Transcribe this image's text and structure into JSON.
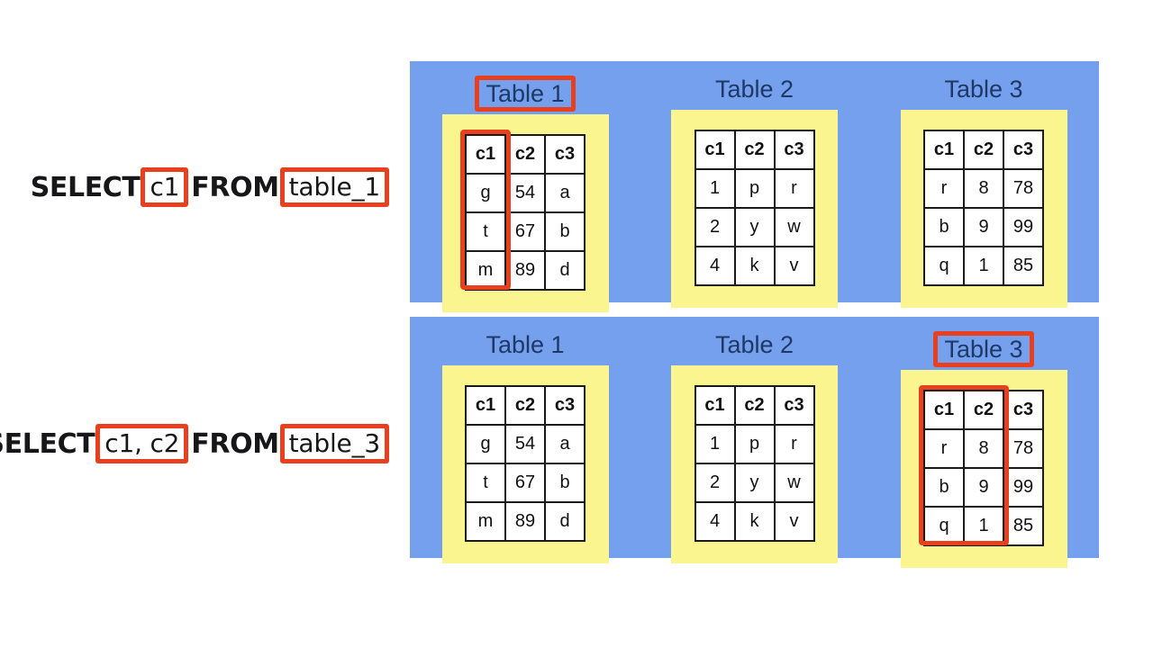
{
  "meta": {
    "colors": {
      "panel_blue": "#74A0EE",
      "card_yellow": "#FAF58F",
      "highlight_red": "#E8401F",
      "title_navy": "#1F3864",
      "text_black": "#17171a",
      "page_background": "#ffffff"
    }
  },
  "tables": {
    "table1": {
      "title": "Table 1",
      "columns": [
        "c1",
        "c2",
        "c3"
      ],
      "rows": [
        [
          "g",
          "54",
          "a"
        ],
        [
          "t",
          "67",
          "b"
        ],
        [
          "m",
          "89",
          "d"
        ]
      ]
    },
    "table2": {
      "title": "Table 2",
      "columns": [
        "c1",
        "c2",
        "c3"
      ],
      "rows": [
        [
          "1",
          "p",
          "r"
        ],
        [
          "2",
          "y",
          "w"
        ],
        [
          "4",
          "k",
          "v"
        ]
      ]
    },
    "table3": {
      "title": "Table 3",
      "columns": [
        "c1",
        "c2",
        "c3"
      ],
      "rows": [
        [
          "r",
          "8",
          "78"
        ],
        [
          "b",
          "9",
          "99"
        ],
        [
          "q",
          "1",
          "85"
        ]
      ]
    }
  },
  "examples": [
    {
      "query": {
        "select_keyword": "SELECT",
        "columns_token": "c1",
        "from_keyword": "FROM",
        "table_token": "table_1"
      },
      "panel": {
        "blocks": [
          {
            "title": "Table 1",
            "title_highlighted": true,
            "columns_highlighted": 1,
            "columns": [
              "c1",
              "c2",
              "c3"
            ],
            "rows": [
              [
                "g",
                "54",
                "a"
              ],
              [
                "t",
                "67",
                "b"
              ],
              [
                "m",
                "89",
                "d"
              ]
            ]
          },
          {
            "title": "Table 2",
            "title_highlighted": false,
            "columns_highlighted": 0,
            "columns": [
              "c1",
              "c2",
              "c3"
            ],
            "rows": [
              [
                "1",
                "p",
                "r"
              ],
              [
                "2",
                "y",
                "w"
              ],
              [
                "4",
                "k",
                "v"
              ]
            ]
          },
          {
            "title": "Table 3",
            "title_highlighted": false,
            "columns_highlighted": 0,
            "columns": [
              "c1",
              "c2",
              "c3"
            ],
            "rows": [
              [
                "r",
                "8",
                "78"
              ],
              [
                "b",
                "9",
                "99"
              ],
              [
                "q",
                "1",
                "85"
              ]
            ]
          }
        ]
      }
    },
    {
      "query": {
        "select_keyword": "SELECT",
        "columns_token": "c1, c2",
        "from_keyword": "FROM",
        "table_token": "table_3"
      },
      "panel": {
        "blocks": [
          {
            "title": "Table 1",
            "title_highlighted": false,
            "columns_highlighted": 0,
            "columns": [
              "c1",
              "c2",
              "c3"
            ],
            "rows": [
              [
                "g",
                "54",
                "a"
              ],
              [
                "t",
                "67",
                "b"
              ],
              [
                "m",
                "89",
                "d"
              ]
            ]
          },
          {
            "title": "Table 2",
            "title_highlighted": false,
            "columns_highlighted": 0,
            "columns": [
              "c1",
              "c2",
              "c3"
            ],
            "rows": [
              [
                "1",
                "p",
                "r"
              ],
              [
                "2",
                "y",
                "w"
              ],
              [
                "4",
                "k",
                "v"
              ]
            ]
          },
          {
            "title": "Table 3",
            "title_highlighted": true,
            "columns_highlighted": 2,
            "columns": [
              "c1",
              "c2",
              "c3"
            ],
            "rows": [
              [
                "r",
                "8",
                "78"
              ],
              [
                "b",
                "9",
                "99"
              ],
              [
                "q",
                "1",
                "85"
              ]
            ]
          }
        ]
      }
    }
  ]
}
